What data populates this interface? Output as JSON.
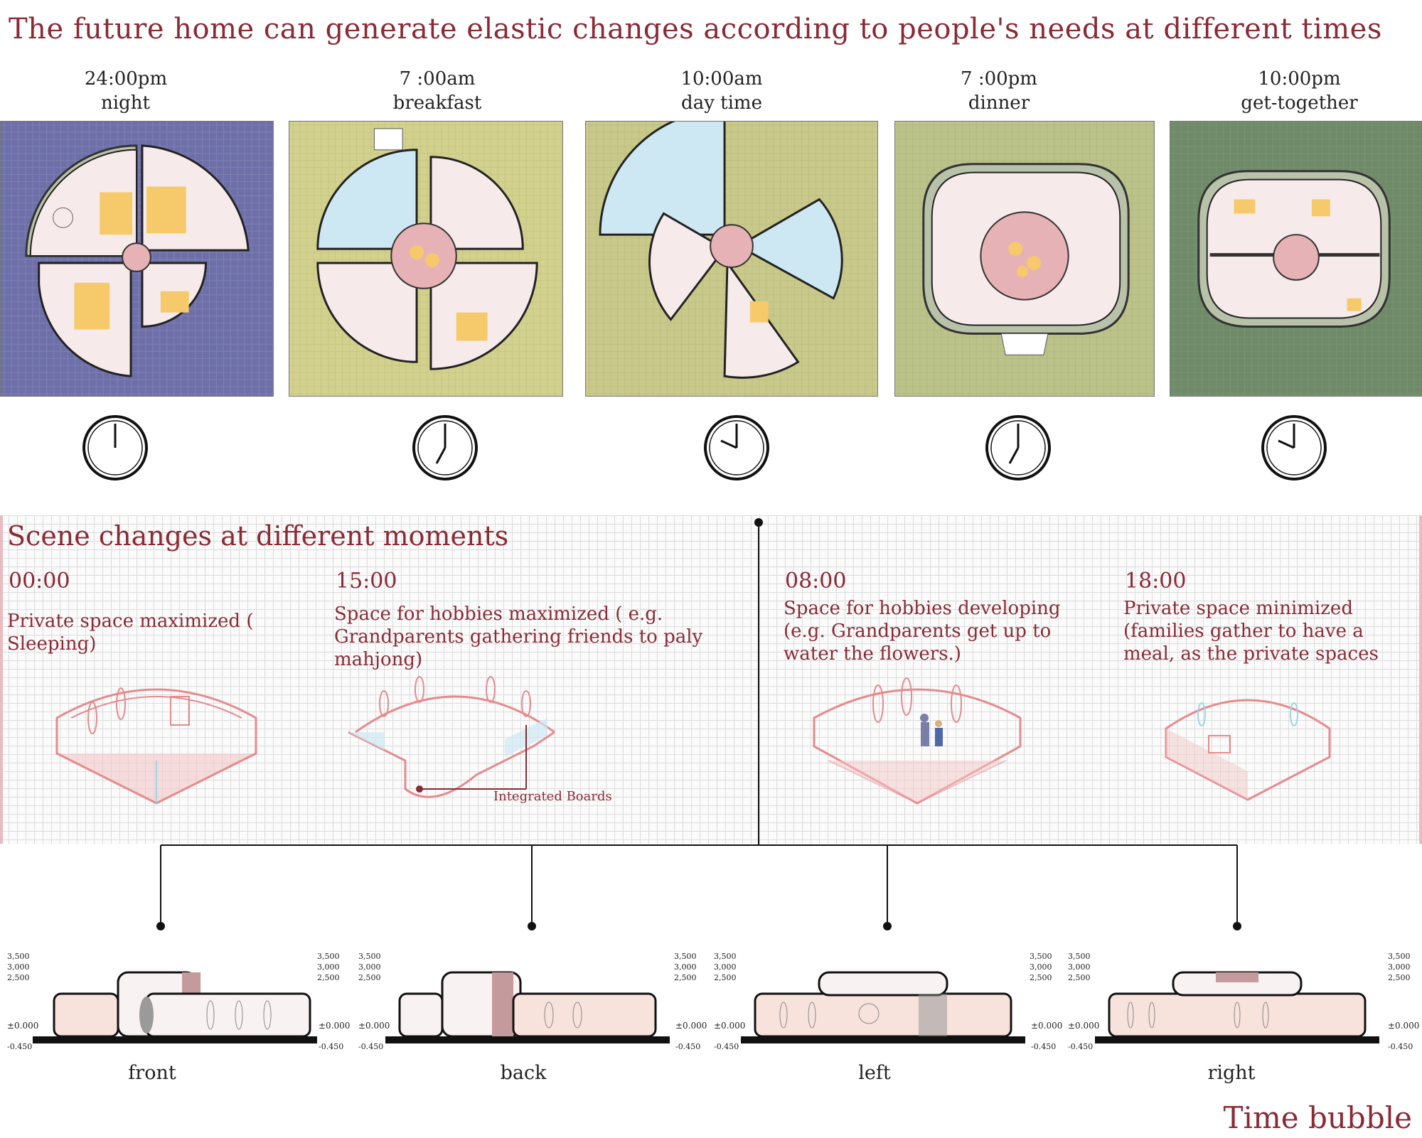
{
  "title": "The future home can generate elastic changes according to people's needs at different times",
  "times": [
    {
      "time": "24:00pm",
      "label": "night",
      "bg": "#6e6fa8"
    },
    {
      "time": "7 :00am",
      "label": "breakfast",
      "bg": "#d3d18e"
    },
    {
      "time": "10:00am",
      "label": "day time",
      "bg": "#c8c98a"
    },
    {
      "time": "7 :00pm",
      "label": "dinner",
      "bg": "#bcc38a"
    },
    {
      "time": "10:00pm",
      "label": "get-together",
      "bg": "#6f8a68"
    }
  ],
  "scenes": {
    "title": "Scene changes at different moments",
    "items": [
      {
        "time": "00:00",
        "desc": "Private space maximized ( Sleeping)"
      },
      {
        "time": "15:00",
        "desc": "Space for hobbies maximized ( e.g. Grandparents gathering friends to paly mahjong)"
      },
      {
        "time": "08:00",
        "desc": "Space for hobbies developing (e.g. Grandparents get up to water the flowers.)"
      },
      {
        "time": "18:00",
        "desc": "Private space minimized (families gather to have  a meal, as the private spaces are left unı"
      }
    ],
    "callout": "Integrated Boards"
  },
  "elevations": {
    "views": [
      "front",
      "back",
      "left",
      "right"
    ],
    "levels": {
      "l1": "3,500",
      "l2": "3,000",
      "l3": "2,500",
      "zero": "±0.000",
      "base": "-0.450"
    }
  },
  "brand": "Time bubble",
  "colors": {
    "accent": "#8a2a35",
    "pink": "#f2c7c7",
    "yellow": "#f6c96b",
    "blue": "#cde8f2"
  }
}
